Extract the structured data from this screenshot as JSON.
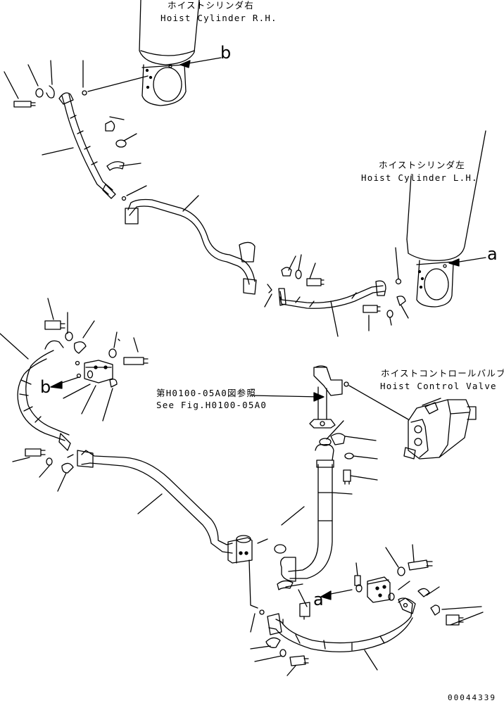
{
  "labels": {
    "hoist_cyl_rh": {
      "jp": "ホイストシリンダ右",
      "en": "Hoist Cylinder R.H."
    },
    "hoist_cyl_lh": {
      "jp": "ホイストシリンダ左",
      "en": "Hoist Cylinder L.H."
    },
    "hoist_control_valve": {
      "jp": "ホイストコントロールバルブ",
      "en": "Hoist Control Valve"
    },
    "see_fig": {
      "jp": "第H0100-05A0図参照",
      "en": "See Fig.H0100-05A0"
    }
  },
  "ref_marks": {
    "a": "a",
    "b": "b"
  },
  "part_number": "00044339"
}
